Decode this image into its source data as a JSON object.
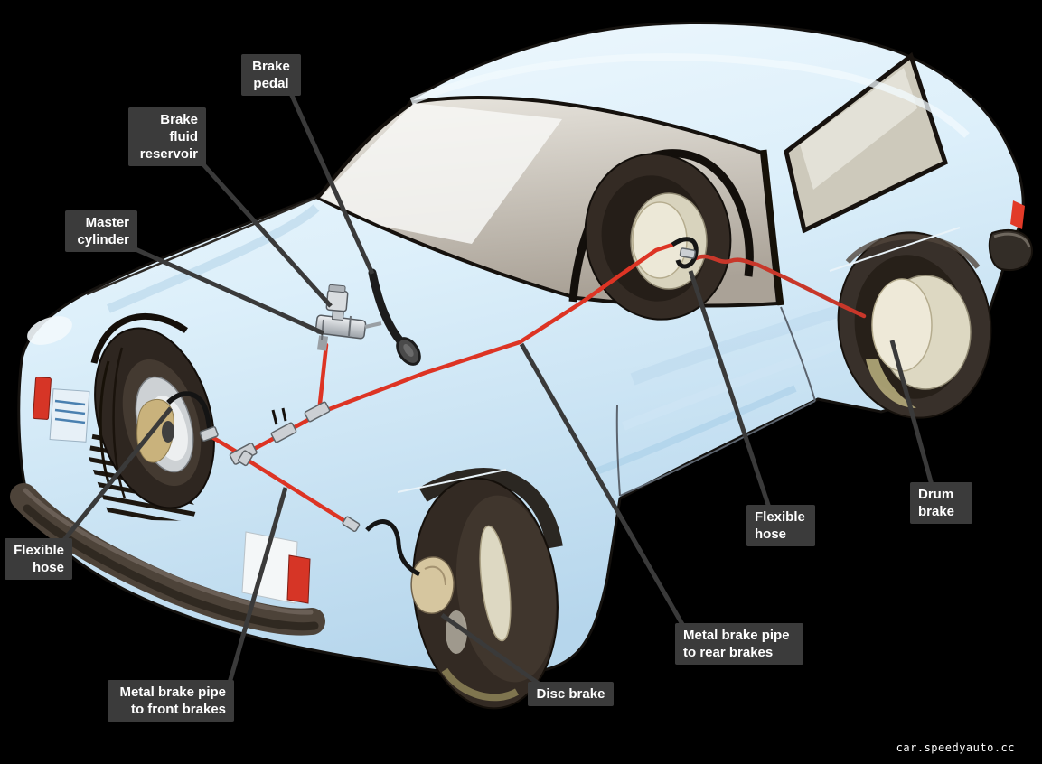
{
  "diagram": {
    "subject": "Car brake system cutaway diagram",
    "labels": [
      {
        "id": "brake-pedal",
        "text": "Brake\npedal"
      },
      {
        "id": "brake-fluid-reservoir",
        "text": "Brake\nfluid\nreservoir"
      },
      {
        "id": "master-cylinder",
        "text": "Master\ncylinder"
      },
      {
        "id": "flexible-hose-front",
        "text": "Flexible\nhose"
      },
      {
        "id": "metal-brake-pipe-front",
        "text": "Metal brake pipe\nto front brakes"
      },
      {
        "id": "disc-brake",
        "text": "Disc brake"
      },
      {
        "id": "metal-brake-pipe-rear",
        "text": "Metal brake pipe\nto rear brakes"
      },
      {
        "id": "flexible-hose-rear",
        "text": "Flexible\nhose"
      },
      {
        "id": "drum-brake",
        "text": "Drum\nbrake"
      }
    ]
  },
  "watermark": "car.speedyauto.cc",
  "colors": {
    "background": "#000000",
    "label_background": "#3b3b3b",
    "label_text": "#ffffff",
    "leader_line": "#3a3a3a",
    "brake_pipe_red": "#dd3424",
    "car_body_blue": "#d9edf9",
    "glass_gray": "#b7b0a6",
    "tire_dark": "#2e2620",
    "drum_cream": "#ddd8c2"
  }
}
